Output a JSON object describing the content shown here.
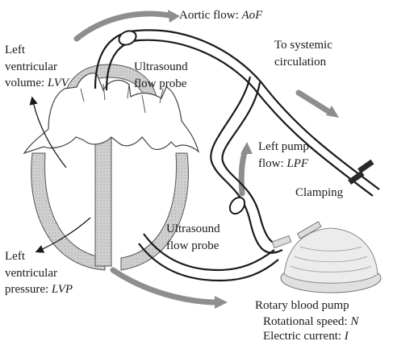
{
  "labels": {
    "aortic_flow": {
      "text": "Aortic flow: ",
      "var": "AoF"
    },
    "systemic": {
      "line1": "To systemic",
      "line2": "circulation"
    },
    "us_probe_top": {
      "line1": "Ultrasound",
      "line2": "flow probe"
    },
    "lvv": {
      "line1": "Left",
      "line2": "ventricular",
      "line3": "volume: ",
      "var": "LVV"
    },
    "lpf": {
      "line1": "Left pump",
      "line2": "flow: ",
      "var": "LPF"
    },
    "clamping": "Clamping",
    "us_probe_bottom": {
      "line1": "Ultrasound",
      "line2": "flow probe"
    },
    "lvp": {
      "line1": "Left",
      "line2": "ventricular",
      "line3": "pressure: ",
      "var": "LVP"
    },
    "pump": {
      "line1": "Rotary blood pump",
      "line2": "Rotational speed: ",
      "var2": "N",
      "line3": "Electric current: ",
      "var3": "I"
    }
  },
  "colors": {
    "tube": "#1a1a1a",
    "flow_arrow": "#8a8a8a",
    "heart_fill": "#c8c8c8",
    "pump_fill": "#e6e6e6"
  }
}
